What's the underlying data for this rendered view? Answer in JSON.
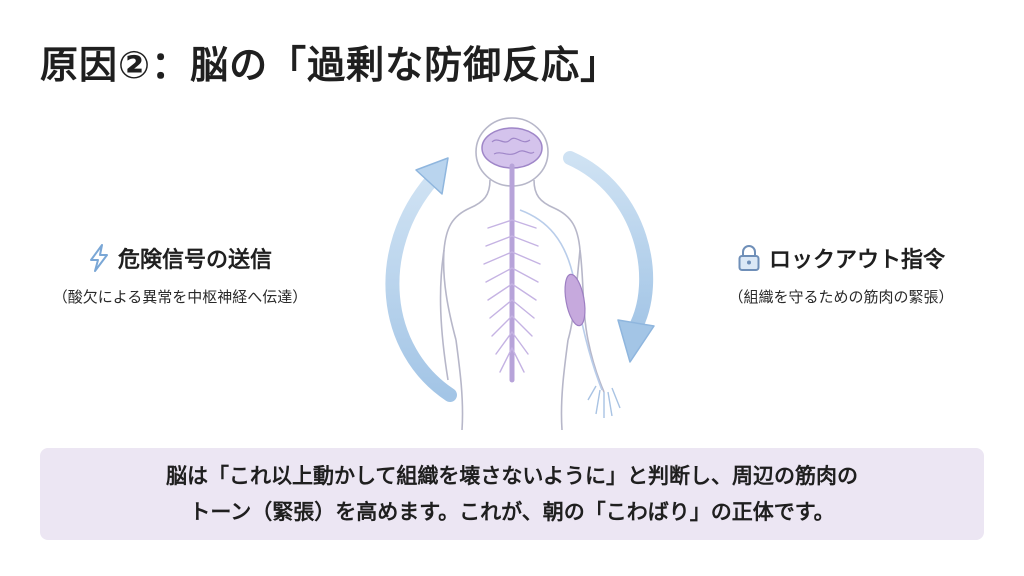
{
  "title": "原因②：脳の「過剰な防御反応」",
  "left_panel": {
    "icon": "lightning-icon",
    "heading": "危険信号の送信",
    "sub": "（酸欠による異常を中枢神経へ伝達）"
  },
  "right_panel": {
    "icon": "padlock-icon",
    "heading": "ロックアウト指令",
    "sub": "（組織を守るための筋肉の緊張）"
  },
  "note": {
    "line1": "脳は「これ以上動かして組織を壊さないように」と判断し、周辺の筋肉の",
    "line2": "トーン（緊張）を高めます。これが、朝の「こわばり」の正体です。"
  },
  "colors": {
    "arrow": "#a9cbe8",
    "nerve": "#b7a3d9",
    "brain": "#c9b6e6",
    "muscle": "#c6a9dd",
    "note_bg": "#ece6f3"
  }
}
